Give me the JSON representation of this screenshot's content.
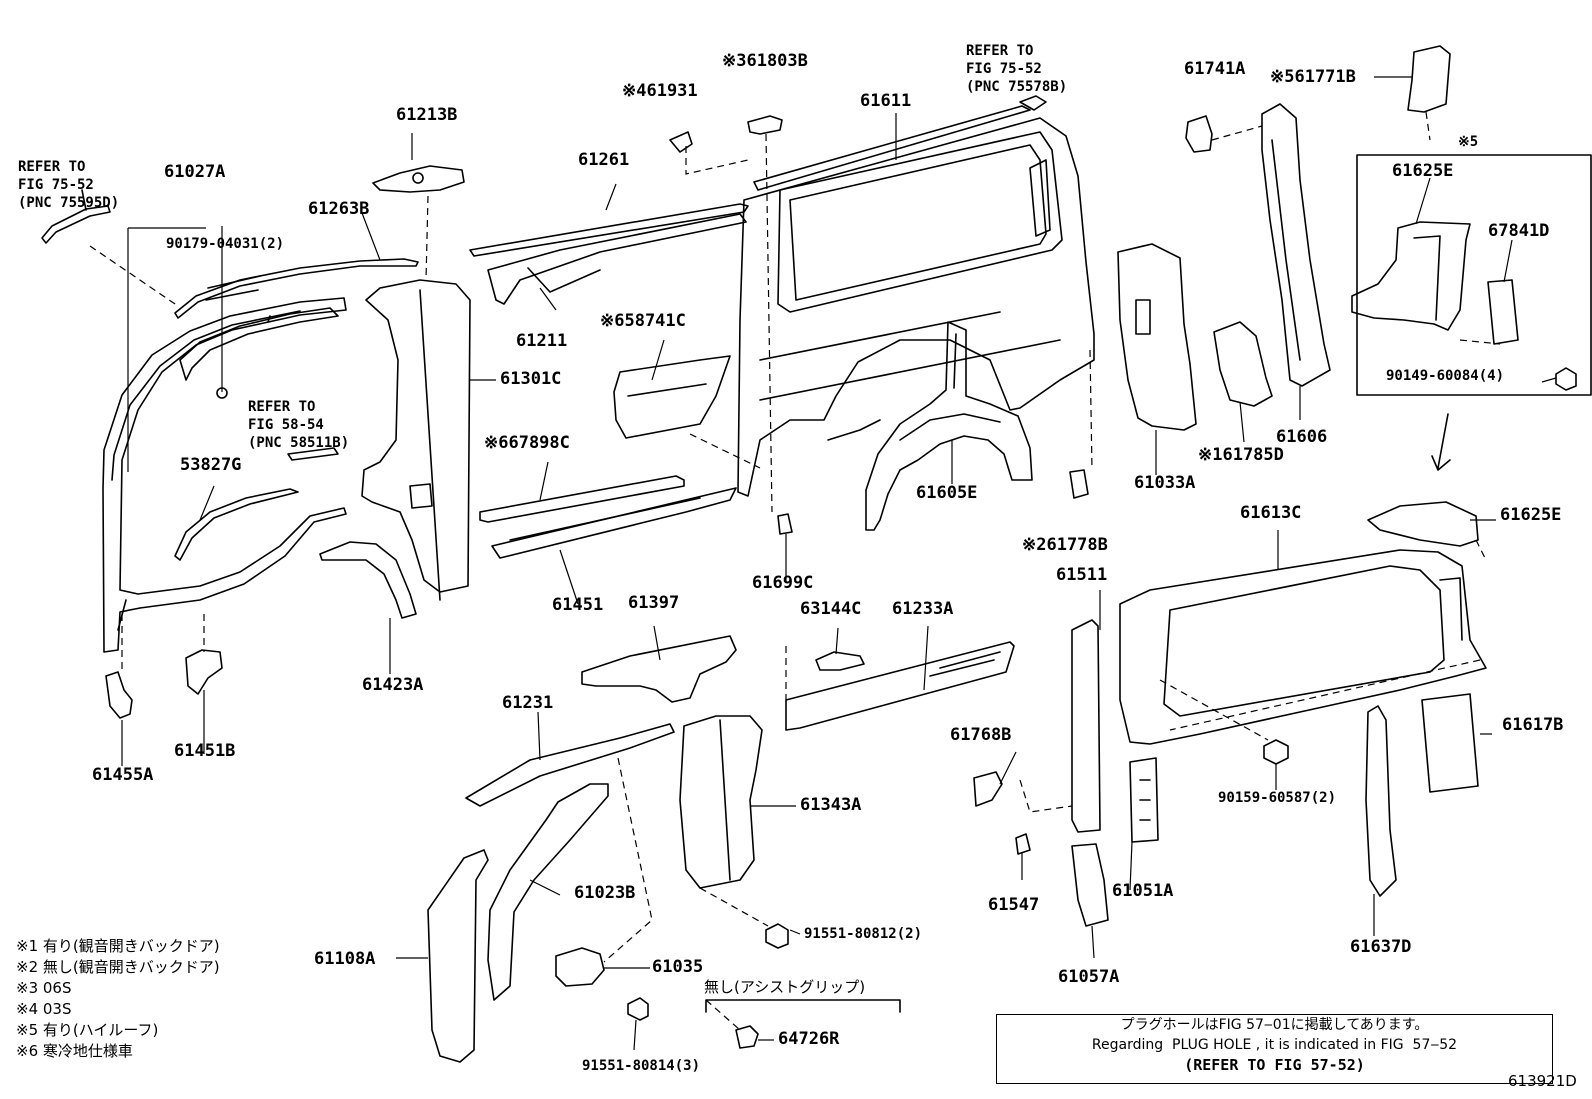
{
  "parts": [
    {
      "id": "p61803B",
      "text": "※361803B"
    },
    {
      "id": "p61931",
      "text": "※461931"
    },
    {
      "id": "p61611",
      "text": "61611"
    },
    {
      "id": "p61741A",
      "text": "61741A"
    },
    {
      "id": "p61771B",
      "text": "※561771B"
    },
    {
      "id": "p61213B",
      "text": "61213B"
    },
    {
      "id": "p61261",
      "text": "61261"
    },
    {
      "id": "p61027A",
      "text": "61027A"
    },
    {
      "id": "p61263B",
      "text": "61263B"
    },
    {
      "id": "p90179",
      "text": "90179-04031(2)"
    },
    {
      "id": "p61625E_top",
      "text": "61625E"
    },
    {
      "id": "p67841D",
      "text": "67841D"
    },
    {
      "id": "p61211",
      "text": "61211"
    },
    {
      "id": "p58741C",
      "text": "※658741C"
    },
    {
      "id": "p90149",
      "text": "90149-60084(4)"
    },
    {
      "id": "p61301C",
      "text": "61301C"
    },
    {
      "id": "p53827G",
      "text": "53827G"
    },
    {
      "id": "p67898C",
      "text": "※667898C"
    },
    {
      "id": "p61785D",
      "text": "※161785D"
    },
    {
      "id": "p61606",
      "text": "61606"
    },
    {
      "id": "p61605E",
      "text": "61605E"
    },
    {
      "id": "p61033A",
      "text": "61033A"
    },
    {
      "id": "p61613C",
      "text": "61613C"
    },
    {
      "id": "p61625E_r",
      "text": "61625E"
    },
    {
      "id": "p61778B",
      "text": "※261778B"
    },
    {
      "id": "p61511",
      "text": "61511"
    },
    {
      "id": "p61699C",
      "text": "61699C"
    },
    {
      "id": "p61451",
      "text": "61451"
    },
    {
      "id": "p61397",
      "text": "61397"
    },
    {
      "id": "p63144C",
      "text": "63144C"
    },
    {
      "id": "p61233A",
      "text": "61233A"
    },
    {
      "id": "p61423A",
      "text": "61423A"
    },
    {
      "id": "p61231",
      "text": "61231"
    },
    {
      "id": "p61617B",
      "text": "61617B"
    },
    {
      "id": "p61768B",
      "text": "61768B"
    },
    {
      "id": "p90159",
      "text": "90159-60587(2)"
    },
    {
      "id": "p61451B",
      "text": "61451B"
    },
    {
      "id": "p61455A",
      "text": "61455A"
    },
    {
      "id": "p61343A",
      "text": "61343A"
    },
    {
      "id": "p61023B",
      "text": "61023B"
    },
    {
      "id": "p61051A",
      "text": "61051A"
    },
    {
      "id": "p61547",
      "text": "61547"
    },
    {
      "id": "p91551_80812",
      "text": "91551-80812(2)"
    },
    {
      "id": "p61637D",
      "text": "61637D"
    },
    {
      "id": "p61108A",
      "text": "61108A"
    },
    {
      "id": "p61035",
      "text": "61035"
    },
    {
      "id": "p61057A",
      "text": "61057A"
    },
    {
      "id": "p64726R",
      "text": "64726R"
    },
    {
      "id": "p91551_80814",
      "text": "91551-80814(3)"
    },
    {
      "id": "p_star5",
      "text": "※5"
    }
  ],
  "refs": {
    "ref1": [
      "REFER TO",
      "FIG 75-52",
      "(PNC 75578B)"
    ],
    "ref2": [
      "REFER TO",
      "FIG 75-52",
      "(PNC 75595D)"
    ],
    "ref3": [
      "REFER TO",
      "FIG 58-54",
      "(PNC 58511B)"
    ]
  },
  "assist_grip": "無し(アシストグリップ)",
  "legend": [
    "※1 有り(観音開きバックドア)",
    "※2 無し(観音開きバックドア)",
    "※3 06S",
    "※4 03S",
    "※5 有り(ハイルーフ)",
    "※6 寒冷地仕様車"
  ],
  "note": {
    "line1": "プラグホールはFIG 57‒01に掲載してあります。",
    "line2": "Regarding  PLUG HOLE , it is indicated in FIG  57‒52",
    "line3": "(REFER TO FIG 57-52)"
  },
  "figure_id": "613921D"
}
